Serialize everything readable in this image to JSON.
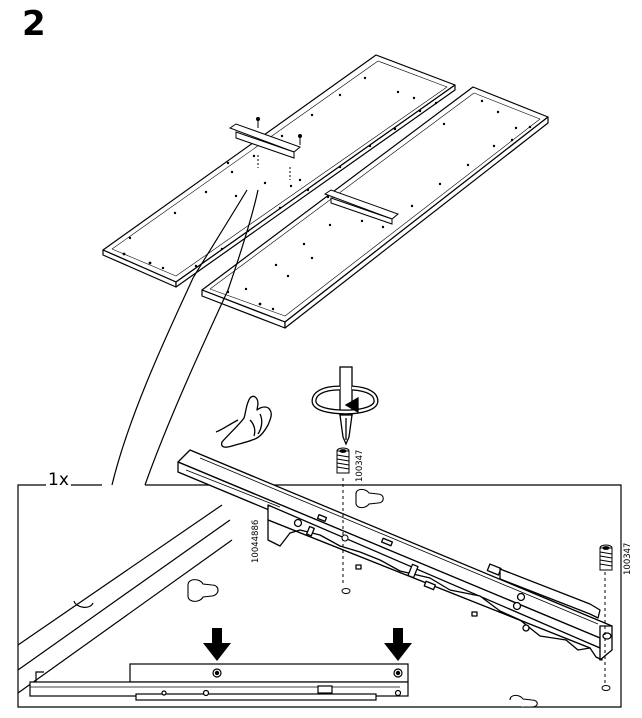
{
  "step": {
    "number": "2"
  },
  "callout": {
    "quantity": "1x"
  },
  "parts": {
    "screw_top": "100347",
    "slide_rail": "10044886",
    "screw_right": "100347"
  },
  "colors": {
    "line": "#000000",
    "fill": "#ffffff",
    "shade": "#e6e6e6"
  },
  "icons": [
    "hand-pointing-icon",
    "screwdriver-rotate-icon",
    "down-arrow-icon",
    "screw-icon"
  ]
}
